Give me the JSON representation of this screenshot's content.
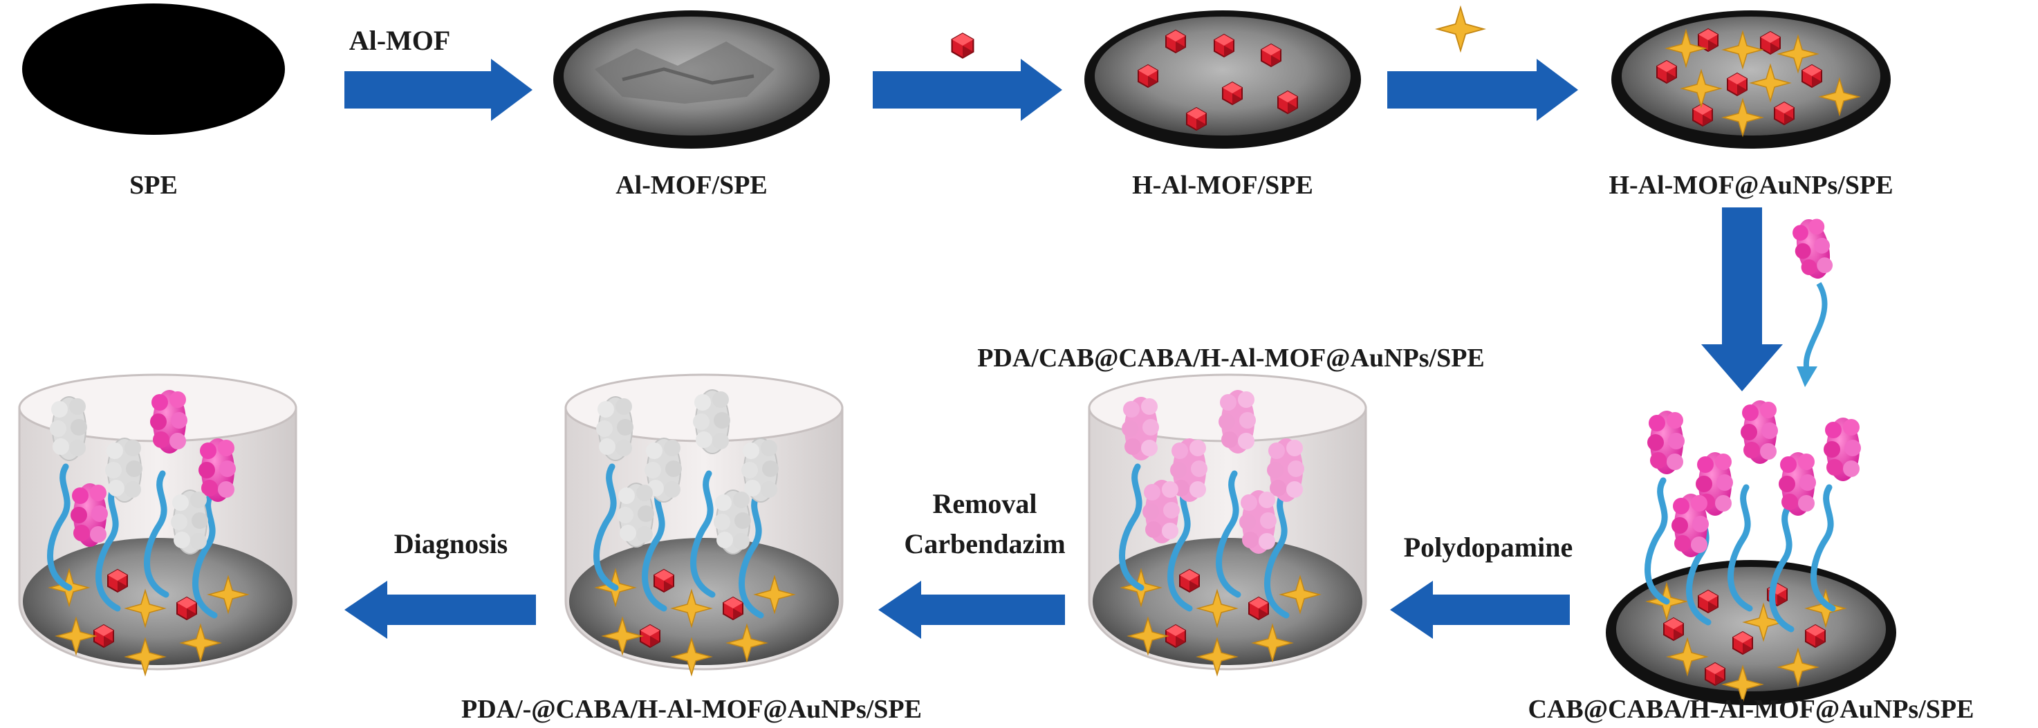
{
  "stages": {
    "spe": "SPE",
    "al_mof_spe": "Al-MOF/SPE",
    "h_al_mof_spe": "H-Al-MOF/SPE",
    "h_al_mof_aunps_spe": "H-Al-MOF@AuNPs/SPE",
    "cab_caba": "CAB@CABA/H-Al-MOF@AuNPs/SPE",
    "pda_cab_caba": "PDA/CAB@CABA/H-Al-MOF@AuNPs/SPE",
    "pda_removed": "PDA/-@CABA/H-Al-MOF@AuNPs/SPE"
  },
  "steps": {
    "al_mof": "Al-MOF",
    "polydopamine": "Polydopamine",
    "removal_line1": "Removal",
    "removal_line2": "Carbendazim",
    "diagnosis": "Diagnosis"
  },
  "icons": {
    "nanoparticle": "red-polyhedron-icon",
    "gold": "gold-star-icon",
    "aptamer": "pink-aptamer-icon",
    "template": "grey-template-icon"
  },
  "colors": {
    "arrow": "#1a5fb4",
    "nanoparticle": "#d81b2a",
    "gold": "#f2b52e",
    "aptamer_pink": "#ee3fb0",
    "aptamer_light": "#f29ad3",
    "strand": "#3b9fd6",
    "template_grey": "#d4d4d4"
  }
}
